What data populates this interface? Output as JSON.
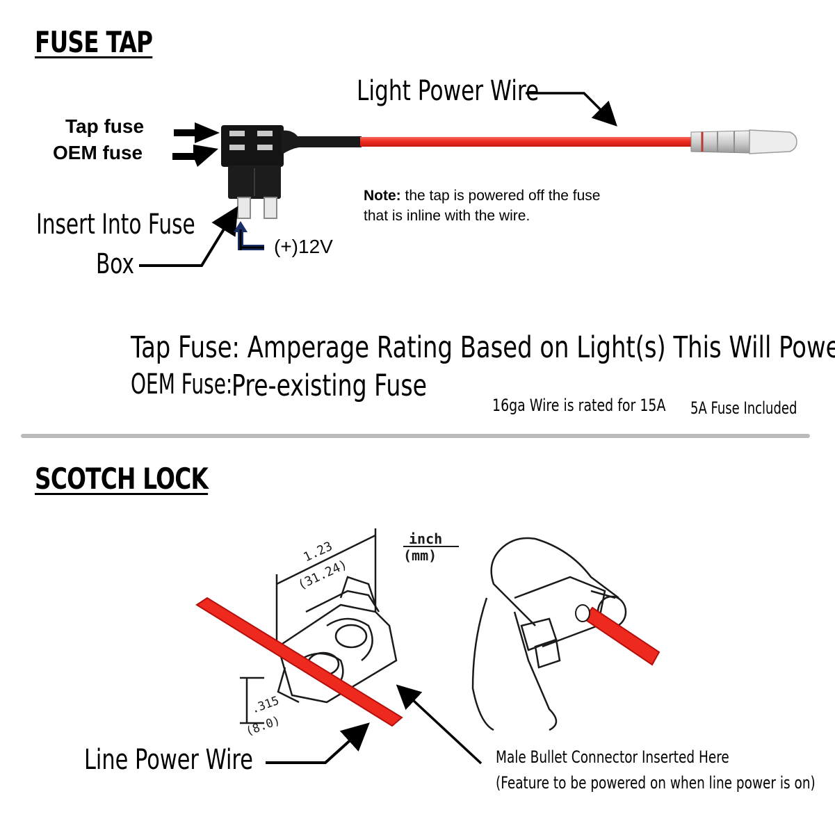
{
  "fuse_tap": {
    "heading": "FUSE TAP",
    "light_power_wire_label": "Light Power Wire",
    "tap_fuse_label": "Tap fuse",
    "oem_fuse_label": "OEM fuse",
    "insert_label_line1": "Insert Into Fuse",
    "insert_label_line2": "Box",
    "voltage_label": "(+)12V",
    "note_bold": "Note:",
    "note_line1": " the tap is powered off the fuse",
    "note_line2": "that is inline with the wire.",
    "tap_fuse_desc": "Tap Fuse: Amperage Rating Based on Light(s) This Will Power",
    "oem_fuse_desc_prefix": "OEM Fuse:",
    "oem_fuse_desc_value": "Pre-existing Fuse",
    "wire_rating": "16ga Wire is rated for 15A",
    "fuse_included": "5A Fuse Included"
  },
  "scotch_lock": {
    "heading": "SCOTCH LOCK",
    "unit_top": "inch",
    "unit_bottom": "(mm)",
    "dim_length_inch": "1.23",
    "dim_length_mm": "(31.24)",
    "dim_height_inch": ".315",
    "dim_height_mm": "(8.0)",
    "line_power_wire_label": "Line Power Wire",
    "bullet_line1": "Male Bullet Connector Inserted Here",
    "bullet_line2": "(Feature to be powered on when line power is on)"
  },
  "colors": {
    "wire_red": "#ee2a1e",
    "wire_dark_red": "#b40f0c",
    "divider": "#bbbbbb",
    "fuse_body": "#141414",
    "arrow_blue": "#1a2f66"
  }
}
